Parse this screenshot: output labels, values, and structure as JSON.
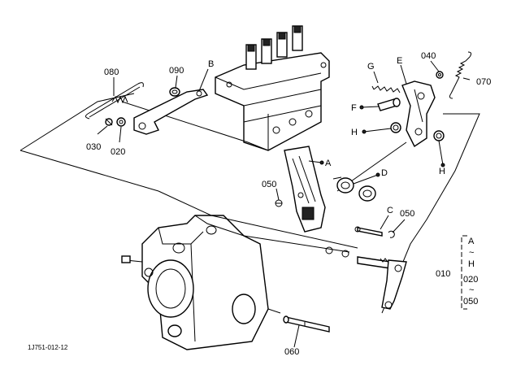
{
  "figure_code": "1J751-012-12",
  "part_labels": {
    "p080": "080",
    "p090": "090",
    "pB": "B",
    "p030": "030",
    "p020": "020",
    "pG": "G",
    "pE": "E",
    "p040": "040",
    "p070": "070",
    "pF": "F",
    "pH1": "H",
    "pH2": "H",
    "pA": "A",
    "p050a": "050",
    "pD": "D",
    "pC": "C",
    "p050b": "050",
    "p010": "010",
    "p060": "060"
  },
  "group_range": {
    "line1": "A",
    "line2": "~",
    "line3": "H",
    "line4": "020",
    "line5": "~",
    "line6": "050"
  },
  "colors": {
    "ink": "#000000",
    "background": "#ffffff"
  }
}
